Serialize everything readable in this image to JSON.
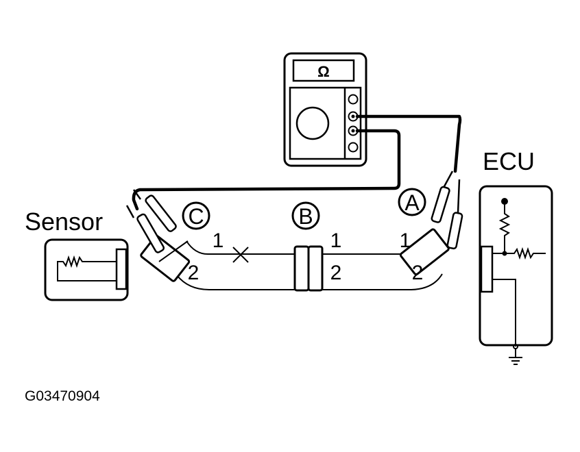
{
  "labels": {
    "sensor": "Sensor",
    "ecu": "ECU",
    "figure_code": "G03470904",
    "meter_symbol": "Ω"
  },
  "connectors": {
    "C": {
      "letter": "C",
      "pin1": "1",
      "pin2": "2"
    },
    "B": {
      "letter": "B",
      "pin1": "1",
      "pin2": "2"
    },
    "A": {
      "letter": "A",
      "pin1": "1",
      "pin2": "2"
    }
  },
  "colors": {
    "line": "#000000",
    "background": "#ffffff"
  }
}
